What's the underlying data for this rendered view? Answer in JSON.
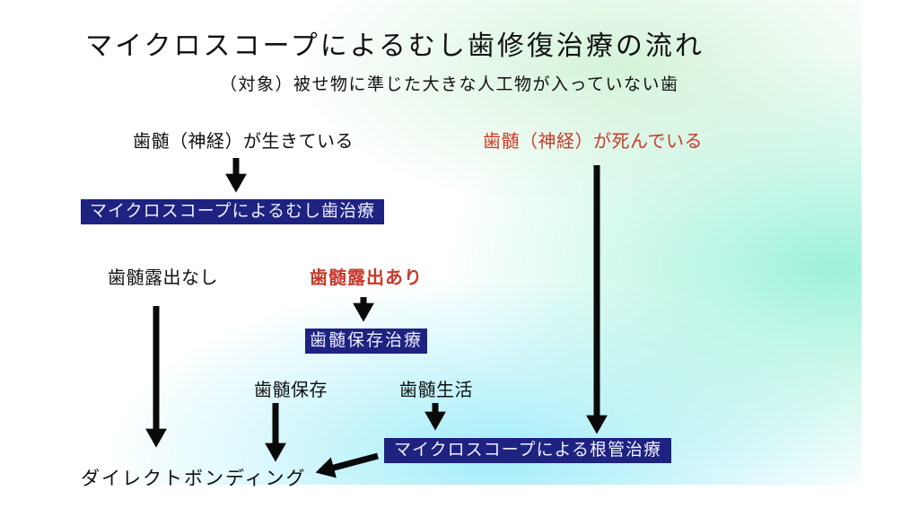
{
  "slide": {
    "title": "マイクロスコープによるむし歯修復治療の流れ",
    "subtitle": "（対象）被せ物に準じた大きな人工物が入っていない歯",
    "labels": {
      "pulp_alive": "歯髄（神経）が生きている",
      "pulp_dead": "歯髄（神経）が死んでいる",
      "no_pulp_exposure": "歯髄露出なし",
      "pulp_exposure": "歯髄露出あり",
      "pulp_preserved": "歯髄保存",
      "pulp_vital": "歯髄生活",
      "direct_bonding": "ダイレクトボンディング"
    },
    "boxes": {
      "caries_treatment": "マイクロスコープによるむし歯治療",
      "pulp_preservation": "歯髄保存治療",
      "root_canal": "マイクロスコープによる根管治療"
    },
    "colors": {
      "box_background": "#1e2280",
      "box_text": "#f0f0ff",
      "highlight_red": "#c9392b",
      "text_black": "#101010",
      "arrow_black": "#0a0a0a"
    }
  }
}
